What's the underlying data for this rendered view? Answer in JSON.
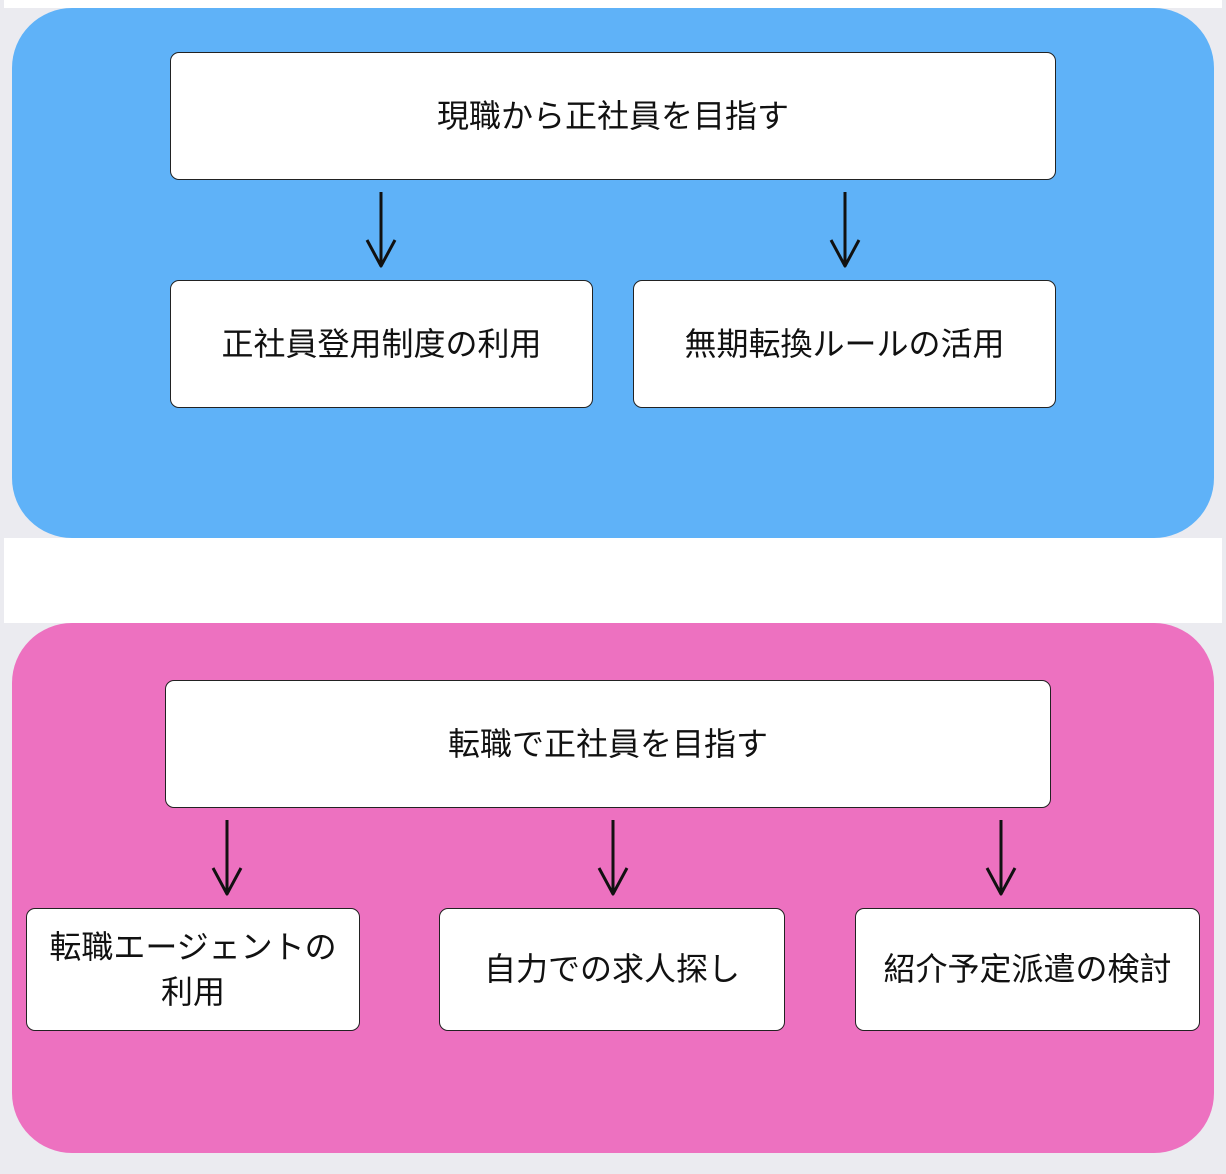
{
  "colors": {
    "top_panel": "#5fb2f8",
    "bottom_panel": "#ed71c0",
    "box_fill": "#ffffff",
    "border": "#222222"
  },
  "top_section": {
    "root": "現職から正社員を目指す",
    "children": [
      "正社員登用制度の利用",
      "無期転換ルールの活用"
    ]
  },
  "bottom_section": {
    "root": "転職で正社員を目指す",
    "children": [
      "転職エージェントの利用",
      "自力での求人探し",
      "紹介予定派遣の検討"
    ]
  },
  "icons": {
    "arrow": "arrow-down-icon"
  }
}
